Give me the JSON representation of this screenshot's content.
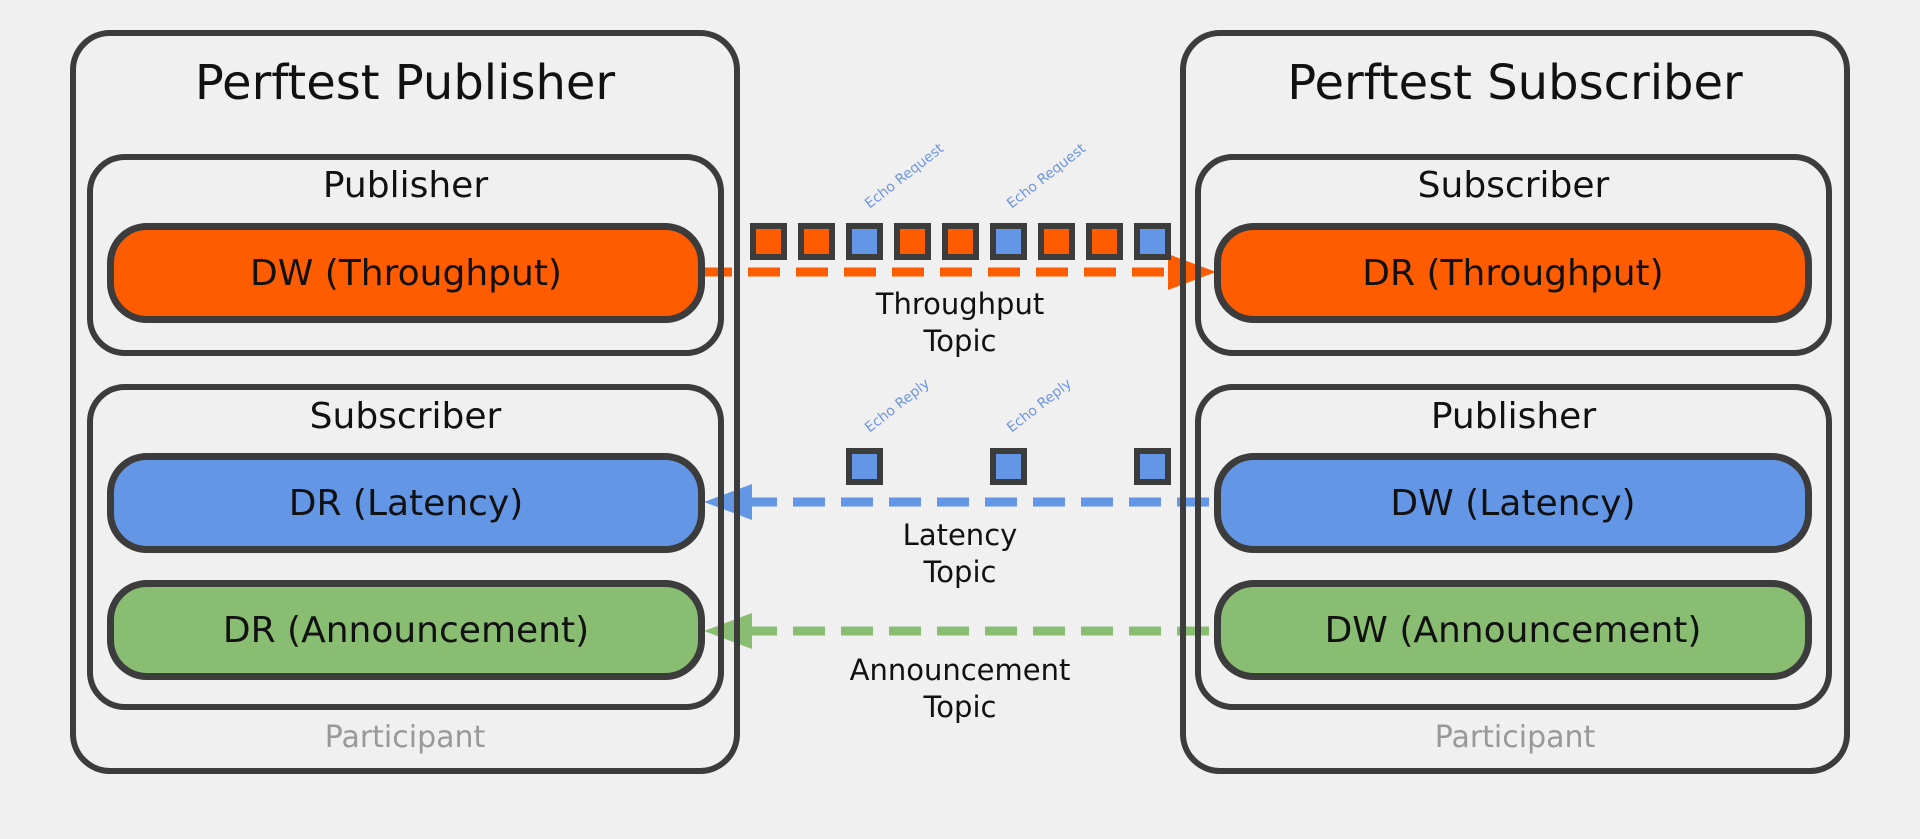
{
  "colors": {
    "throughput": "#ff5c00",
    "latency": "#6496e6",
    "announcement": "#89bd72",
    "outline": "#3c3c3c",
    "background": "#f0f0f0"
  },
  "left_participant": {
    "title": "Perftest Publisher",
    "footer": "Participant",
    "publisher": {
      "label": "Publisher",
      "writer": "DW (Throughput)"
    },
    "subscriber": {
      "label": "Subscriber",
      "reader_latency": "DR (Latency)",
      "reader_announcement": "DR (Announcement)"
    }
  },
  "right_participant": {
    "title": "Perftest Subscriber",
    "footer": "Participant",
    "subscriber": {
      "label": "Subscriber",
      "reader": "DR (Throughput)"
    },
    "publisher": {
      "label": "Publisher",
      "writer_latency": "DW (Latency)",
      "writer_announcement": "DW (Announcement)"
    }
  },
  "topics": {
    "throughput": {
      "line1": "Throughput",
      "line2": "Topic"
    },
    "latency": {
      "line1": "Latency",
      "line2": "Topic"
    },
    "announcement": {
      "line1": "Announcement",
      "line2": "Topic"
    }
  },
  "throughput_samples": [
    "throughput",
    "throughput",
    "echo",
    "throughput",
    "throughput",
    "echo",
    "throughput",
    "throughput",
    "echo"
  ],
  "echo_request_labels": [
    "Echo Request",
    "Echo Request"
  ],
  "echo_reply_labels": [
    "Echo Reply",
    "Echo Reply"
  ],
  "latency_sample_count": 3
}
